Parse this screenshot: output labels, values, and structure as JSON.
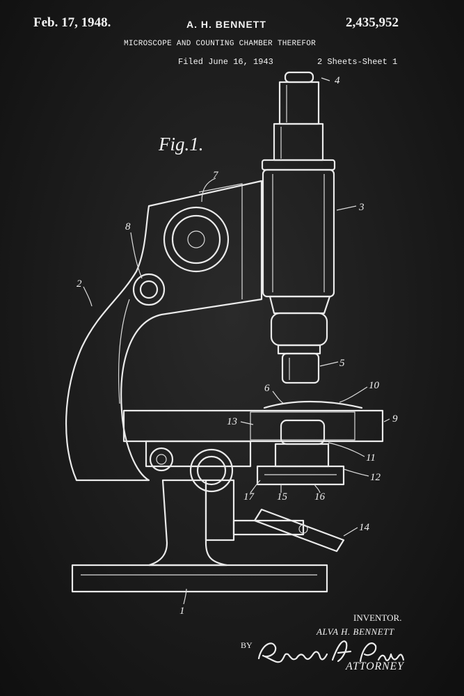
{
  "header": {
    "date": "Feb. 17, 1948.",
    "inventor_name": "A. H. BENNETT",
    "patent_number": "2,435,952",
    "title": "MICROSCOPE AND COUNTING CHAMBER THEREFOR",
    "filed": "Filed June 16, 1943",
    "sheets": "2 Sheets-Sheet 1"
  },
  "figure": {
    "label": "Fig.1.",
    "reference_numerals": [
      "1",
      "2",
      "3",
      "4",
      "5",
      "6",
      "7",
      "8",
      "9",
      "10",
      "11",
      "12",
      "13",
      "14",
      "15",
      "16",
      "17"
    ]
  },
  "footer": {
    "inventor_label": "INVENTOR.",
    "inventor_name": "ALVA H. BENNETT",
    "by_label": "BY",
    "signature": "Raymond A. Paquin",
    "attorney_label": "ATTORNEY"
  },
  "colors": {
    "background": "#1b1b1b",
    "ink": "#efefef"
  }
}
